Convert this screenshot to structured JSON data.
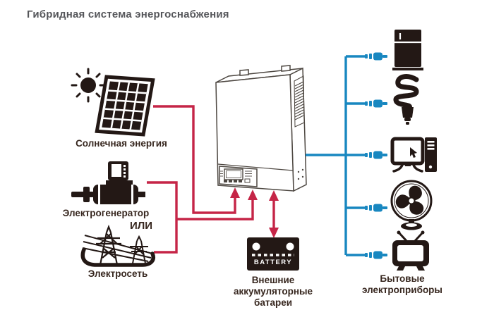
{
  "title": "Гибридная система энергоснабжения",
  "colors": {
    "source_line": "#c52547",
    "load_line": "#1887c0",
    "icon_ink": "#231815",
    "label_ink": "#37271f",
    "title_ink": "#55565a"
  },
  "sources": {
    "solar": {
      "label": "Солнечная энергия",
      "icon": "solar-panel-icon"
    },
    "generator": {
      "label": "Электрогенератор",
      "icon": "generator-icon"
    },
    "or": "ИЛИ",
    "grid": {
      "label": "Электросеть",
      "icon": "power-grid-icon"
    }
  },
  "inverter": {
    "icon": "hybrid-inverter-illustration"
  },
  "battery": {
    "badge": "BATTERY",
    "label_line1": "Внешние",
    "label_line2": "аккумуляторные",
    "label_line3": "батареи",
    "icon": "battery-icon"
  },
  "loads": {
    "label_line1": "Бытовые",
    "label_line2": "электроприборы",
    "items": [
      "refrigerator-icon",
      "cfl-lamp-icon",
      "computer-icon",
      "fan-icon",
      "tv-icon"
    ]
  }
}
